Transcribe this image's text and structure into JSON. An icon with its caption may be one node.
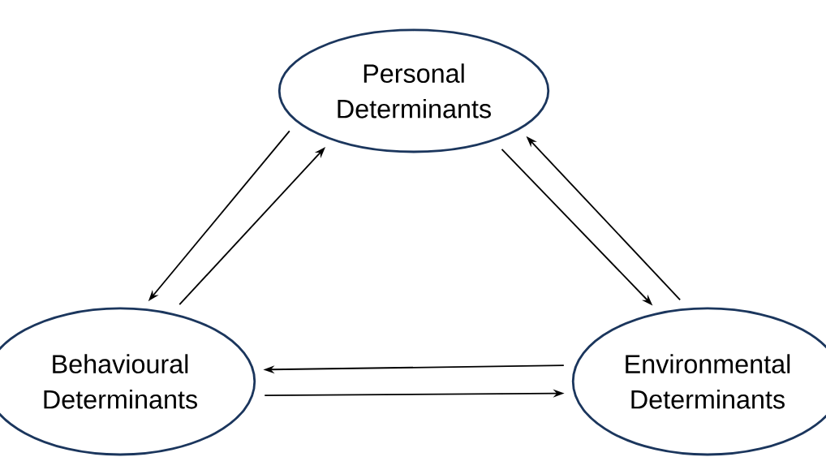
{
  "diagram": {
    "nodes": [
      {
        "text": [
          "Personal Determinants"
        ]
      },
      {
        "text": [
          "Behavioural Determinants"
        ]
      },
      {
        "text": [
          "Environmental Determinants"
        ]
      }
    ],
    "edges": [
      {
        "from": 0,
        "to": 1,
        "arrow": "to"
      },
      {
        "from": 1,
        "to": 0,
        "arrow": "to"
      },
      {
        "from": 0,
        "to": 2,
        "arrow": "to"
      },
      {
        "from": 2,
        "to": 0,
        "arrow": "to"
      },
      {
        "from": 2,
        "to": 1,
        "arrow": "to"
      },
      {
        "from": 1,
        "to": 2,
        "arrow": "to"
      }
    ]
  }
}
